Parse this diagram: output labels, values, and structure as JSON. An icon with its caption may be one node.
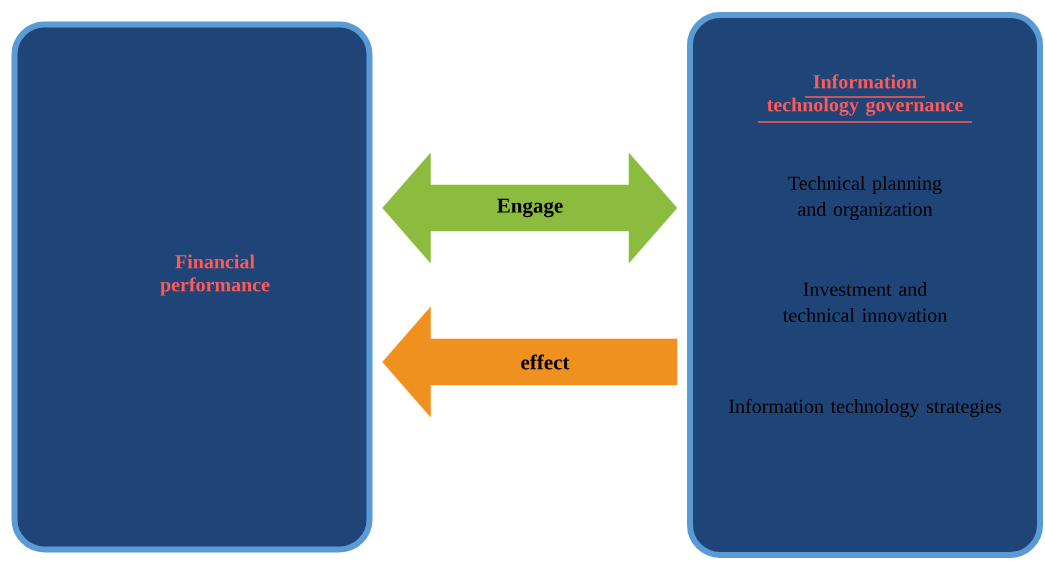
{
  "diagram": {
    "nodes": [
      {
        "text": [
          "Financial performance"
        ]
      },
      {
        "text": [
          "Information technology governance",
          "Technical planning and organization",
          "Investment and technical innovation",
          "Information technology strategies"
        ]
      }
    ],
    "edges": [
      {
        "from": 0,
        "to": 1,
        "arrow": "both",
        "label": "Engage",
        "color": "#8cbc3e"
      },
      {
        "from": 1,
        "to": 0,
        "arrow": "to",
        "label": "effect",
        "color": "#f0901e"
      }
    ]
  }
}
